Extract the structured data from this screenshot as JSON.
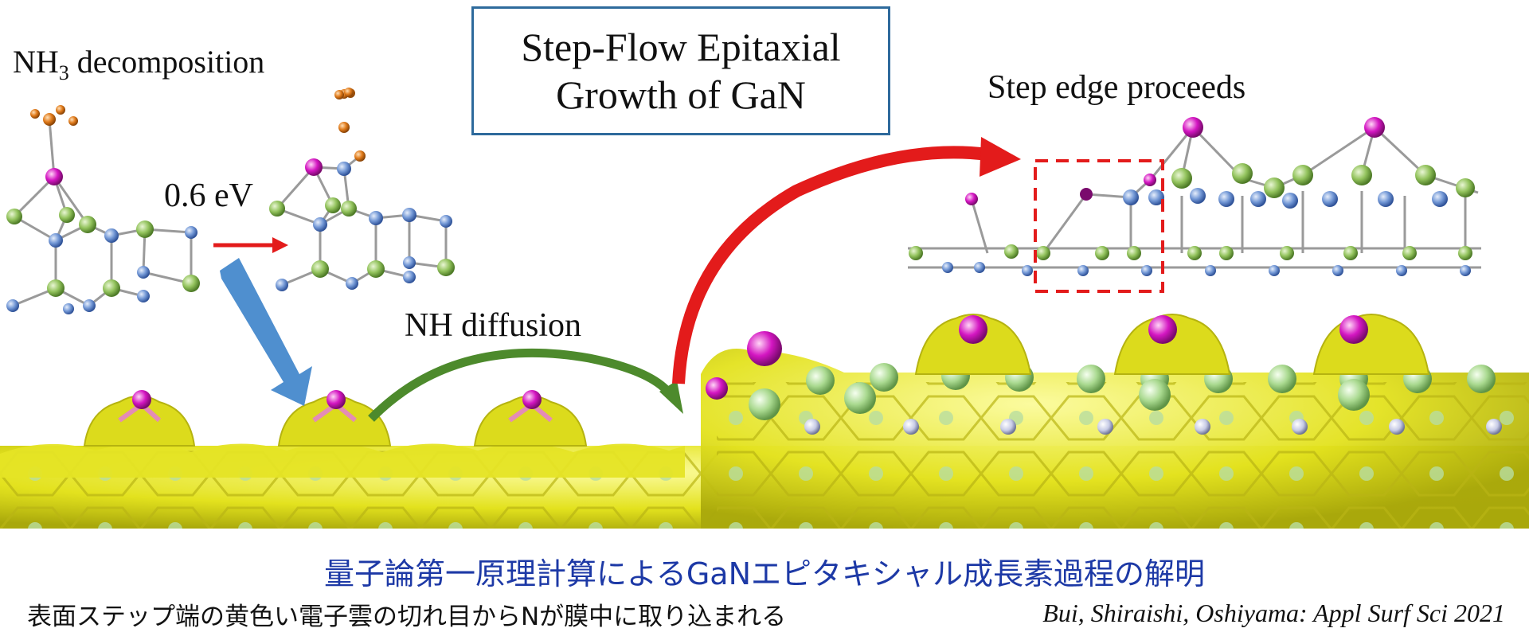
{
  "title": {
    "line1": "Step-Flow Epitaxial",
    "line2": "Growth of GaN"
  },
  "labels": {
    "nh3_prefix": "NH",
    "nh3_sub": "3",
    "nh3_suffix": " decomposition",
    "barrier": "0.6 eV",
    "step_edge": "Step edge proceeds",
    "nh_diffusion": "NH diffusion"
  },
  "caption": {
    "japanese_title": "量子論第一原理計算によるGaNエピタキシャル成長素過程の解明",
    "japanese_subtitle": "表面ステップ端の黄色い電子雲の切れ目からNが膜中に取り込まれる",
    "citation": "Bui, Shiraishi, Oshiyama: Appl Surf Sci 2021"
  },
  "colors": {
    "title_border": "#2e6a9c",
    "japanese_title": "#1d39a6",
    "red_arrow": "#e31b1b",
    "blue_arrow": "#4f8fcf",
    "green_arrow": "#4d8a2c",
    "electron_cloud": "#e9e82a",
    "ga_atom": "#8fbf5a",
    "n_atom": "#6f95d4",
    "ads_atom": "#d314c0",
    "h_atom": "#e07a1a"
  },
  "icons": [
    "red-arrow",
    "blue-arrow",
    "green-arrow",
    "dashed-selection-box"
  ]
}
